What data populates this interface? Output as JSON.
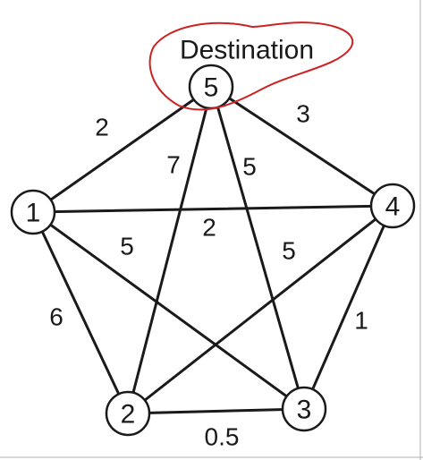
{
  "destination": {
    "label": "Destination",
    "highlight_color": "#cc2222"
  },
  "nodes": [
    {
      "id": "1",
      "label": "1"
    },
    {
      "id": "2",
      "label": "2"
    },
    {
      "id": "3",
      "label": "3"
    },
    {
      "id": "4",
      "label": "4"
    },
    {
      "id": "5",
      "label": "5"
    }
  ],
  "edges": [
    {
      "from": "5",
      "to": "1",
      "weight": "2"
    },
    {
      "from": "5",
      "to": "4",
      "weight": "3"
    },
    {
      "from": "5",
      "to": "2",
      "weight": "7"
    },
    {
      "from": "5",
      "to": "3",
      "weight": "5"
    },
    {
      "from": "1",
      "to": "4",
      "weight": "2"
    },
    {
      "from": "1",
      "to": "3",
      "weight": "5"
    },
    {
      "from": "4",
      "to": "2",
      "weight": "5"
    },
    {
      "from": "1",
      "to": "2",
      "weight": "6"
    },
    {
      "from": "4",
      "to": "3",
      "weight": "1"
    },
    {
      "from": "2",
      "to": "3",
      "weight": "0.5"
    }
  ],
  "colors": {
    "edge": "#1a1a1a",
    "node_fill": "#ffffff",
    "text": "#1a1a1a"
  }
}
